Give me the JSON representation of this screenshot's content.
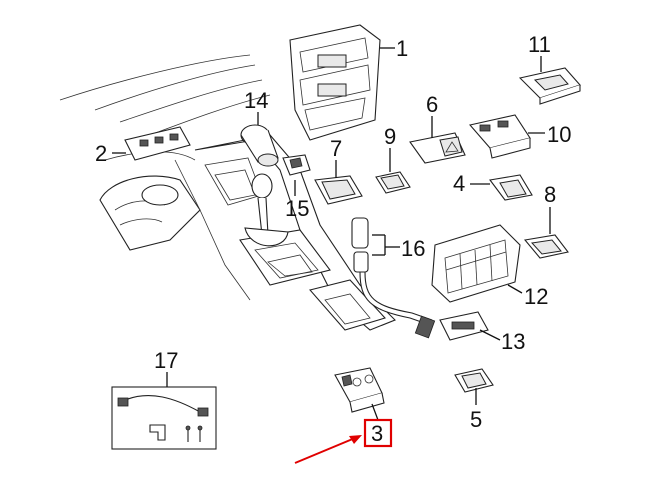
{
  "diagram": {
    "part_labels": [
      {
        "id": "1",
        "text": "1"
      },
      {
        "id": "2",
        "text": "2"
      },
      {
        "id": "3",
        "text": "3"
      },
      {
        "id": "4",
        "text": "4"
      },
      {
        "id": "5",
        "text": "5"
      },
      {
        "id": "6",
        "text": "6"
      },
      {
        "id": "7",
        "text": "7"
      },
      {
        "id": "8",
        "text": "8"
      },
      {
        "id": "9",
        "text": "9"
      },
      {
        "id": "10",
        "text": "10"
      },
      {
        "id": "11",
        "text": "11"
      },
      {
        "id": "12",
        "text": "12"
      },
      {
        "id": "13",
        "text": "13"
      },
      {
        "id": "14",
        "text": "14"
      },
      {
        "id": "15",
        "text": "15"
      },
      {
        "id": "16",
        "text": "16"
      },
      {
        "id": "17",
        "text": "17"
      }
    ],
    "highlighted_part": "3",
    "colors": {
      "linework": "#222222",
      "highlight": "#e00000",
      "background": "#ffffff"
    }
  }
}
